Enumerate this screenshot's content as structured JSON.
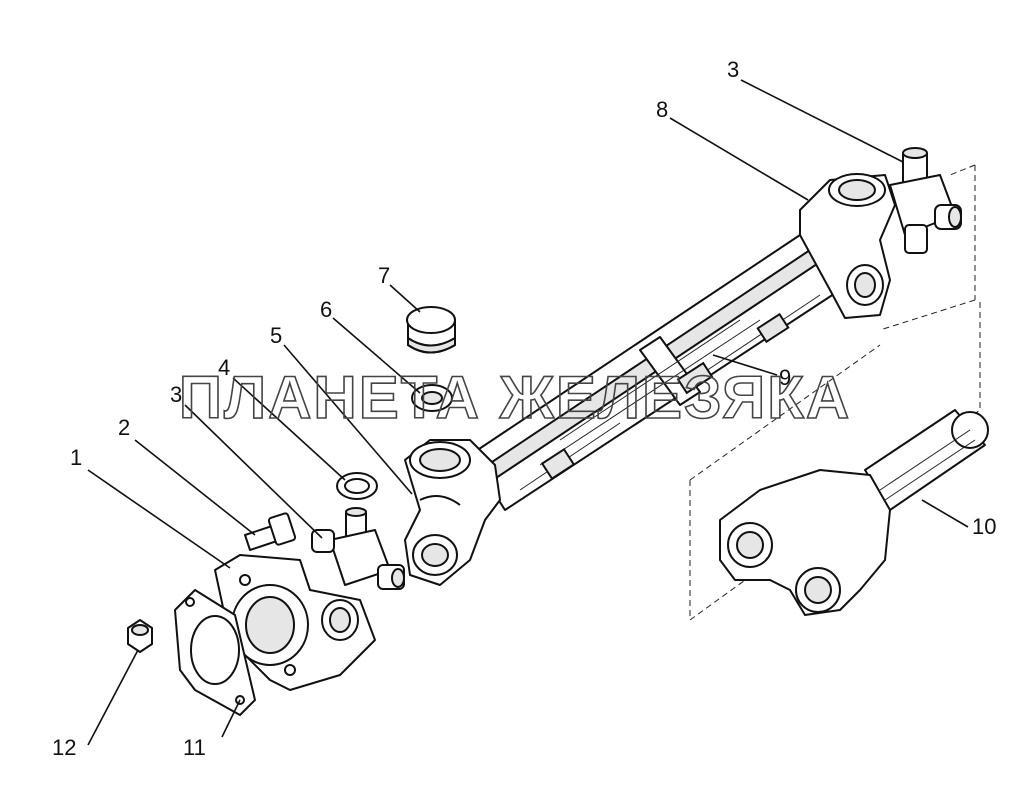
{
  "watermark": "ПЛАНЕТА ЖЕЛЕЗЯКА",
  "callouts": {
    "c1": "1",
    "c2": "2",
    "c3a": "3",
    "c3b": "3",
    "c4": "4",
    "c5": "5",
    "c6": "6",
    "c7": "7",
    "c8": "8",
    "c9": "9",
    "c10": "10",
    "c11": "11",
    "c12": "12"
  }
}
